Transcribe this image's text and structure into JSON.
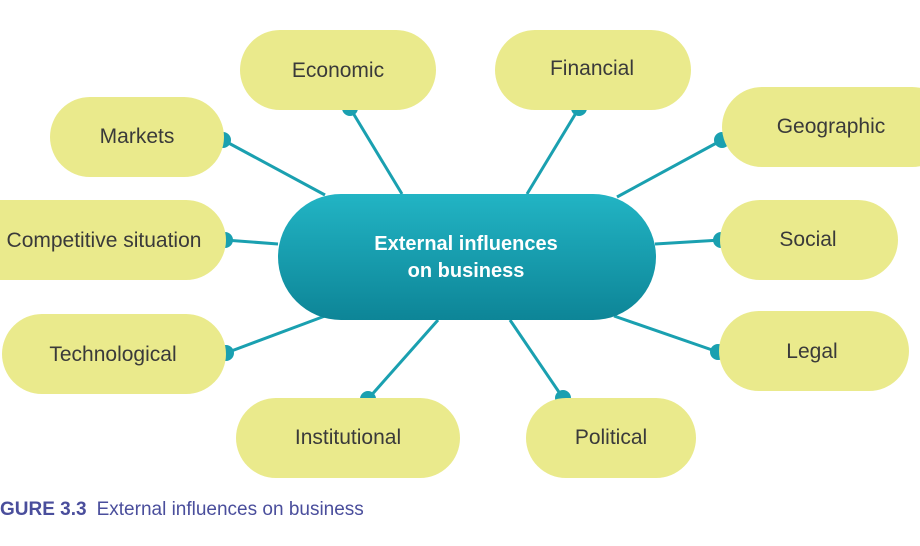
{
  "diagram": {
    "center_label_line1": "External influences",
    "center_label_line2": "on business",
    "nodes": {
      "economic": "Economic",
      "financial": "Financial",
      "markets": "Markets",
      "geographic": "Geographic",
      "competitive": "Competitive situation",
      "social": "Social",
      "technological": "Technological",
      "legal": "Legal",
      "institutional": "Institutional",
      "political": "Political"
    },
    "colors": {
      "node_fill": "#eaea8c",
      "center_fill": "#1aa2b3",
      "center_fill_dark": "#0e8596",
      "connector": "#1aa0b0",
      "caption": "#4a4e9c"
    }
  },
  "caption": {
    "figure_number": "GURE 3.3",
    "text": "External influences on business"
  }
}
